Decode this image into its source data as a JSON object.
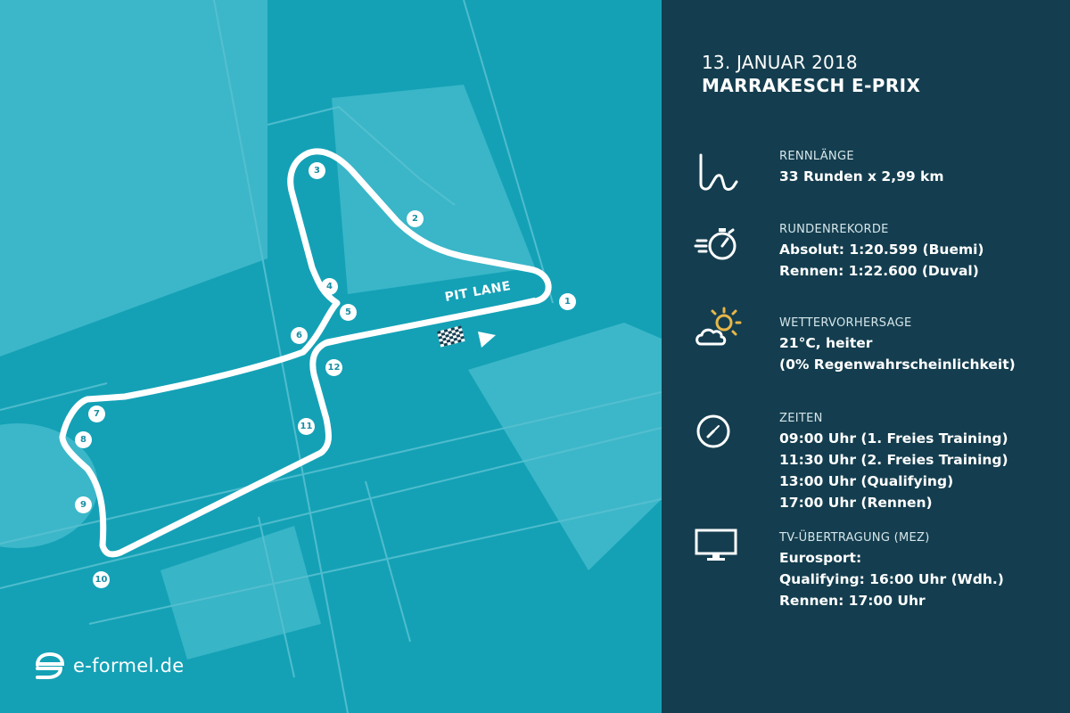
{
  "map": {
    "pit_label": "PIT LANE",
    "corners": [
      "1",
      "2",
      "3",
      "4",
      "5",
      "6",
      "7",
      "8",
      "9",
      "10",
      "11",
      "12"
    ],
    "icons": [
      "checkered-flag-icon",
      "direction-arrow-icon"
    ]
  },
  "brand": {
    "logo_text": "e-formel.de",
    "logo_icon": "e-logo-icon"
  },
  "event": {
    "date": "13. JANUAR 2018",
    "name": "MARRAKESCH E-PRIX"
  },
  "sections": {
    "length": {
      "icon": "track-layout-icon",
      "heading": "RENNLÄNGE",
      "lines": [
        "33 Runden x 2,99 km"
      ]
    },
    "records": {
      "icon": "stopwatch-speed-icon",
      "heading": "RUNDENREKORDE",
      "lines": [
        "Absolut: 1:20.599 (Buemi)",
        "Rennen: 1:22.600 (Duval)"
      ]
    },
    "weather": {
      "icon": "sun-cloud-icon",
      "heading": "WETTERVORHERSAGE",
      "lines": [
        "21°C, heiter",
        "(0% Regenwahrscheinlichkeit)"
      ]
    },
    "times": {
      "icon": "clock-icon",
      "heading": "ZEITEN",
      "lines": [
        "09:00 Uhr (1. Freies Training)",
        "11:30 Uhr (2. Freies Training)",
        "13:00 Uhr (Qualifying)",
        "17:00 Uhr (Rennen)"
      ]
    },
    "tv": {
      "icon": "tv-monitor-icon",
      "heading": "TV-ÜBERTRAGUNG (MEZ)",
      "lines": [
        "Eurosport:",
        "Qualifying: 16:00 Uhr (Wdh.)",
        "Rennen: 17:00 Uhr"
      ]
    }
  },
  "colors": {
    "map_background": "#14a1b6",
    "map_block": "#3cb7c9",
    "panel_background": "#143e4f",
    "track": "#ffffff",
    "corner_text": "#1a8ea3"
  }
}
